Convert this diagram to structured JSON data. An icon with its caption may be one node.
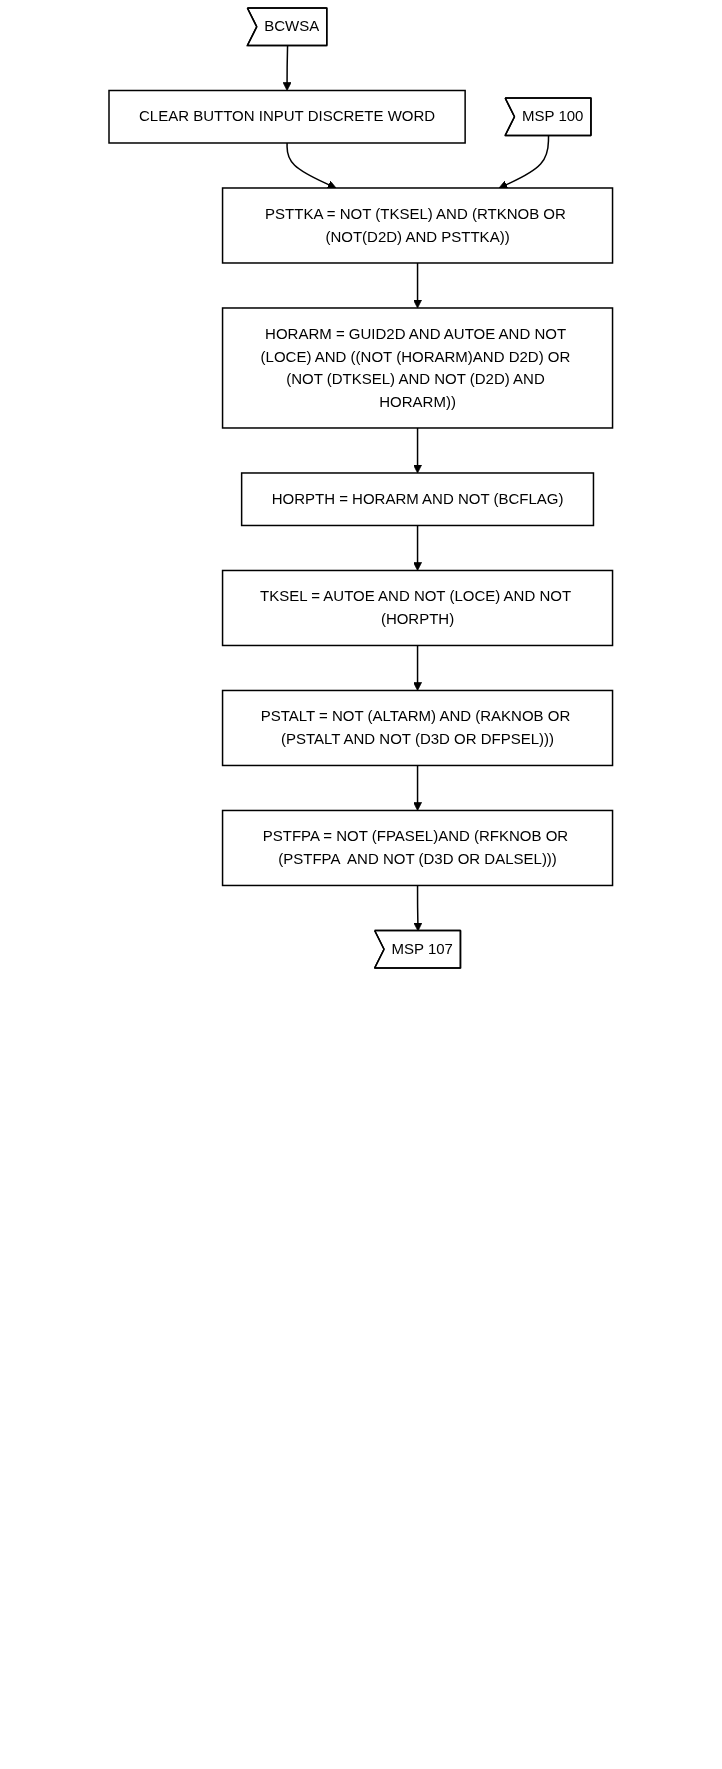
{
  "diagram": {
    "nodes": [
      {
        "text": [
          "BCWSA"
        ]
      },
      {
        "text": [
          "CLEAR BUTTON INPUT DISCRETE WORD"
        ]
      },
      {
        "text": [
          "MSP 100"
        ]
      },
      {
        "text": [
          "PSTTKA = NOT (TKSEL) AND (RTKNOB OR (NOT(D2D) AND PSTTKA))"
        ]
      },
      {
        "text": [
          "HORARM = GUID2D AND AUTOE AND NOT (LOCE) AND ((NOT (HORARM)AND D2D) OR (NOT (DTKSEL) AND NOT (D2D) AND HORARM))"
        ]
      },
      {
        "text": [
          "HORPTH = HORARM AND NOT (BCFLAG)"
        ]
      },
      {
        "text": [
          "TKSEL = AUTOE AND NOT (LOCE) AND NOT (HORPTH)"
        ]
      },
      {
        "text": [
          "PSTALT = NOT (ALTARM) AND (RAKNOB OR (PSTALT AND NOT (D3D OR DFPSEL)))"
        ]
      },
      {
        "text": [
          "PSTFPA = NOT (FPASEL)AND (RFKNOB OR (PSTFPA  AND NOT (D3D OR DALSEL)))"
        ]
      },
      {
        "text": [
          "MSP 107"
        ]
      }
    ],
    "edges": [
      {
        "from": 0,
        "to": 1,
        "arrow": "to"
      },
      {
        "from": 1,
        "to": 3,
        "arrow": "to"
      },
      {
        "from": 2,
        "to": 3,
        "arrow": "to"
      },
      {
        "from": 3,
        "to": 4,
        "arrow": "to"
      },
      {
        "from": 4,
        "to": 5,
        "arrow": "to"
      },
      {
        "from": 5,
        "to": 6,
        "arrow": "to"
      },
      {
        "from": 6,
        "to": 7,
        "arrow": "to"
      },
      {
        "from": 7,
        "to": 8,
        "arrow": "to"
      },
      {
        "from": 8,
        "to": 9,
        "arrow": "to"
      }
    ]
  }
}
